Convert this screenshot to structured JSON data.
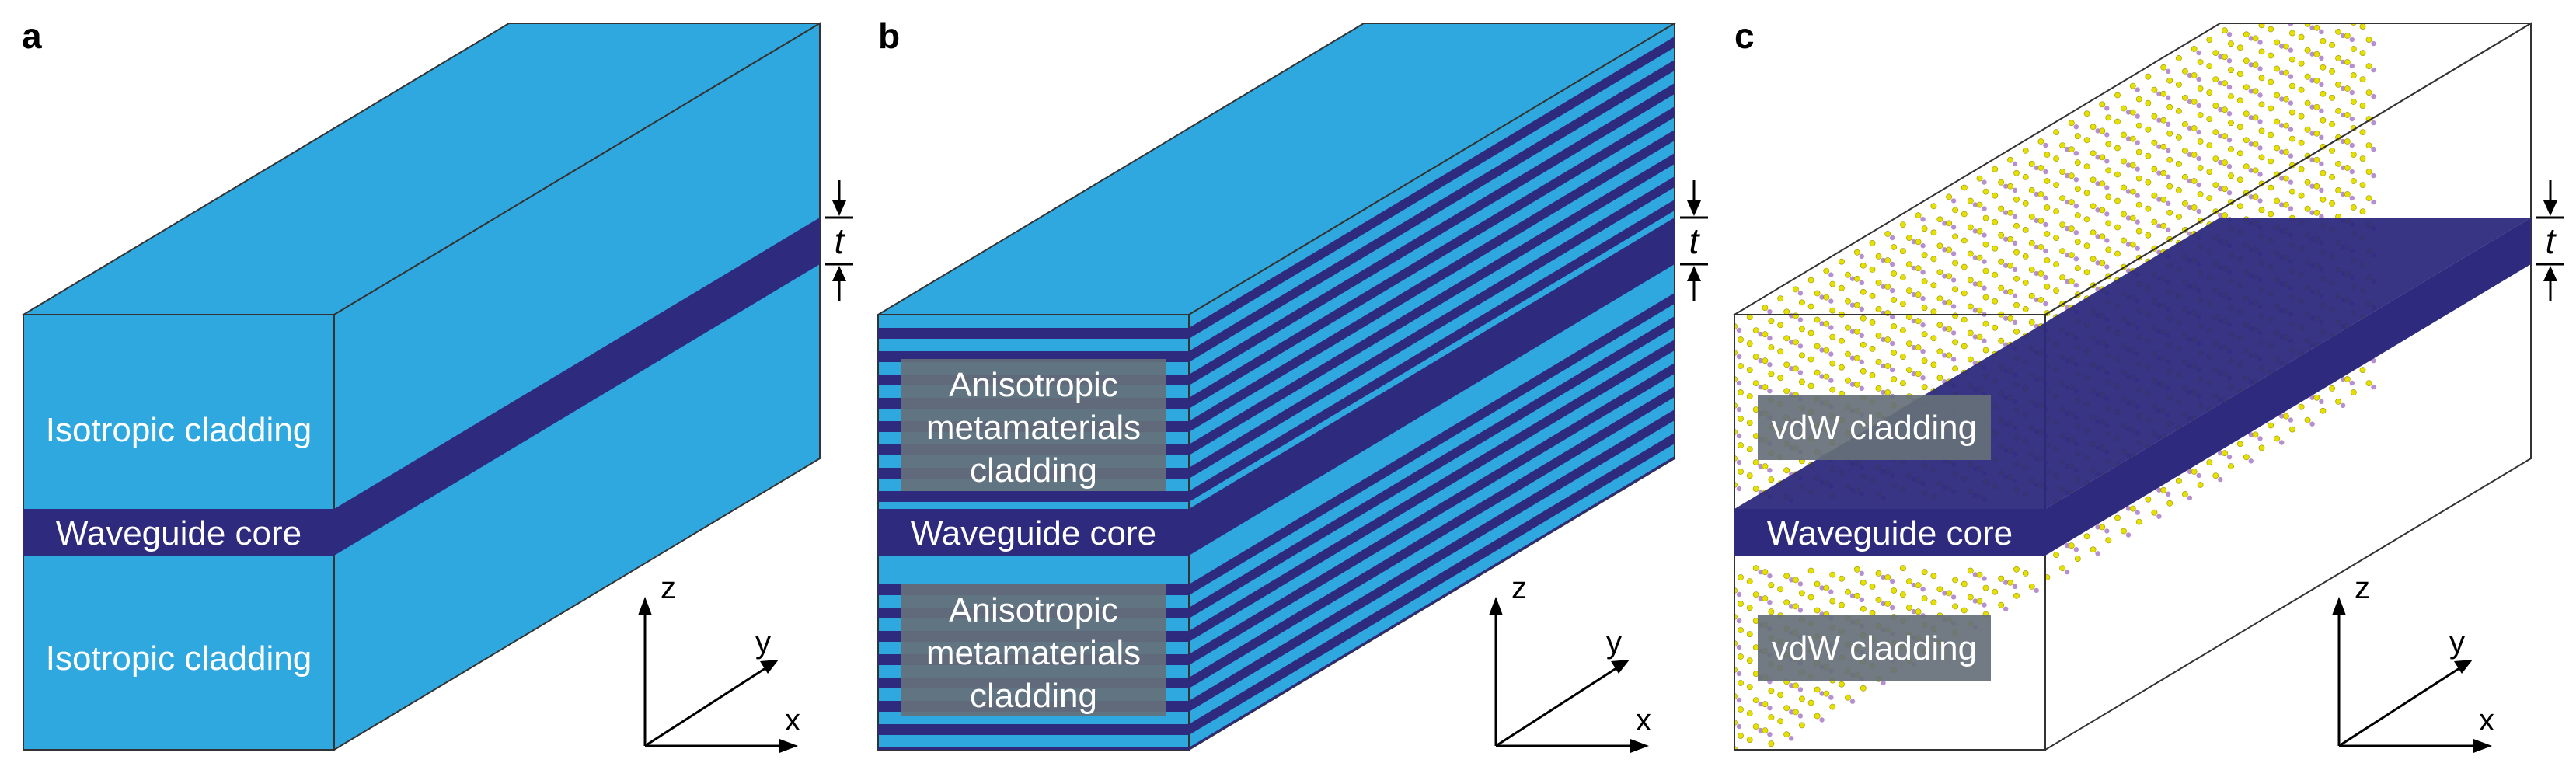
{
  "colors": {
    "cladding": "#2FA8E0",
    "core": "#2E2A7E",
    "label_box": "#66707A",
    "atom_s": "#E6E000",
    "atom_m": "#B58FD0"
  },
  "panels": [
    {
      "letter": "a",
      "top_label": "Isotropic cladding",
      "core_label": "Waveguide core",
      "bottom_label": "Isotropic cladding",
      "thickness": "t",
      "axes": {
        "x": "x",
        "y": "y",
        "z": "z"
      }
    },
    {
      "letter": "b",
      "top_label": [
        "Anisotropic",
        "metamaterials",
        "cladding"
      ],
      "core_label": "Waveguide core",
      "bottom_label": [
        "Anisotropic",
        "metamaterials",
        "cladding"
      ],
      "thickness": "t",
      "axes": {
        "x": "x",
        "y": "y",
        "z": "z"
      }
    },
    {
      "letter": "c",
      "top_label": "vdW cladding",
      "core_label": "Waveguide core",
      "bottom_label": "vdW cladding",
      "thickness": "t",
      "axes": {
        "x": "x",
        "y": "y",
        "z": "z"
      }
    }
  ]
}
